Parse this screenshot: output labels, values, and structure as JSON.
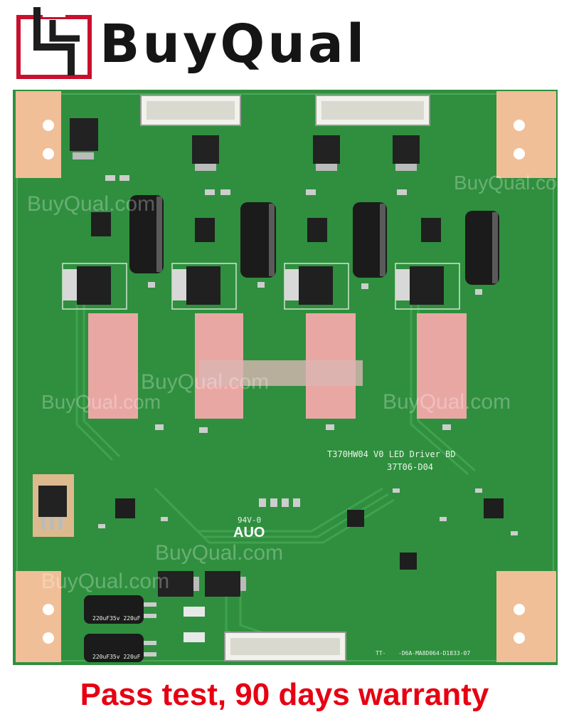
{
  "brand": {
    "name": "BuyQual",
    "logo_icon": "chip-logo-icon",
    "logo_color": "#c8102e"
  },
  "board": {
    "silkscreen_title": "T370HW04 V0 LED Driver BD",
    "silkscreen_code": "37T06-D04",
    "manufacturer_mark": "AUO",
    "ul_mark": "94V-0",
    "bottom_code": "TT-",
    "bottom_label": "-D6A-MA8D064-D1833-07",
    "capacitor_label": "220uF35v 220uF",
    "watermark": "BuyQual.com",
    "pcb_color": "#2f8f3e",
    "pad_color": "#f0bf97",
    "thermal_pad_color": "#e9a7a4"
  },
  "footer": {
    "text": "Pass test, 90 days warranty",
    "color": "#e60012"
  }
}
